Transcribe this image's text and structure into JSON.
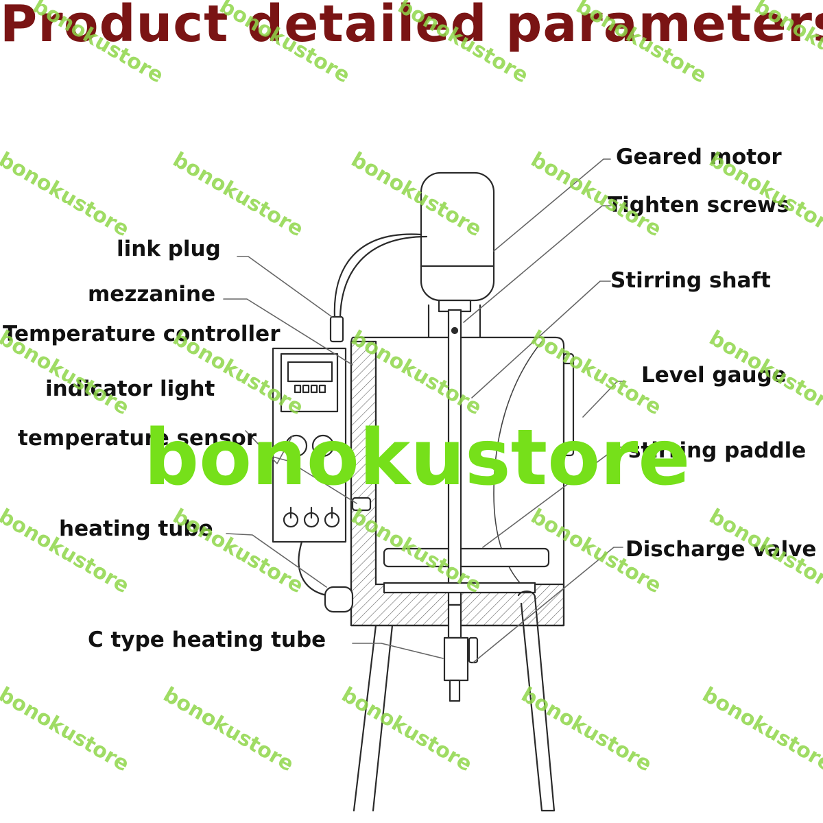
{
  "page": {
    "title": "Product detailed parameters",
    "title_color": "#7a1414"
  },
  "labels": {
    "geared_motor": "Geared motor",
    "tighten_screws": "Tighten screws",
    "stirring_shaft": "Stirring shaft",
    "level_gauge": "Level gauge",
    "stirring_paddle": "stirring paddle",
    "discharge_valve": "Discharge valve",
    "link_plug": "link plug",
    "mezzanine": "mezzanine",
    "temperature_controller": "Temperature controller",
    "indicator_light": "indicator light",
    "temperature_sensor": "temperature sensor",
    "heating_tube": "heating tube",
    "c_type_heating_tube": "C type heating tube"
  },
  "watermark": {
    "text": "bonokustore",
    "small_color": "#8fd64a",
    "big_color": "#76e01a"
  },
  "colors": {
    "line": "#2a2a2a",
    "hatch": "#555555"
  }
}
